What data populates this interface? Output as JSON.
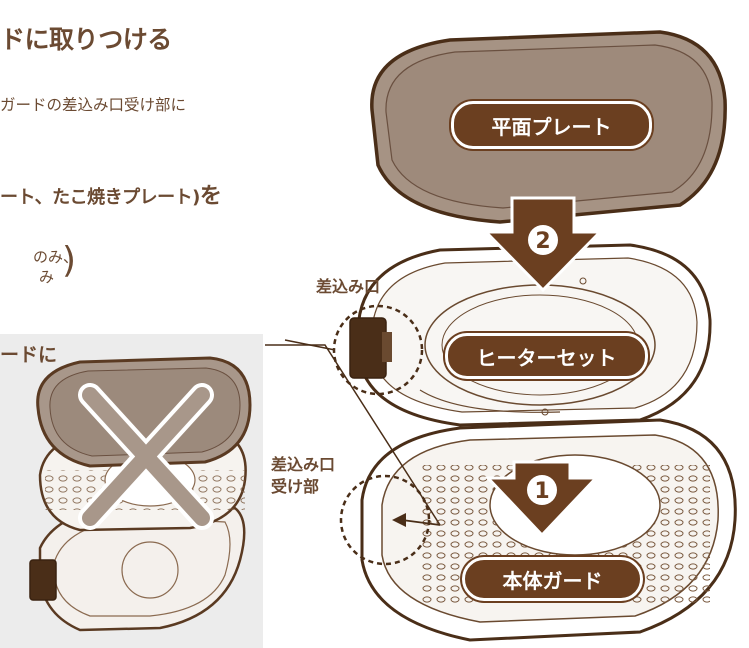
{
  "colors": {
    "accent": "#6b3f20",
    "text": "#6b4a32",
    "panel_bg": "#ececec"
  },
  "heading": "ドに取りつける",
  "line1": "ガードの差込み口受け部に",
  "line2_text": "ート、たこ焼きプレート)",
  "line2_suffix": "を",
  "note_line1": "のみ、",
  "note_line2": "み",
  "note_paren": ")",
  "panel_text": "ードに",
  "labels": {
    "plate": "平面プレート",
    "heater": "ヒーターセット",
    "guard": "本体ガード",
    "inlet": "差込み口",
    "inlet_receiver_l1": "差込み口",
    "inlet_receiver_l2": "受け部"
  },
  "steps": {
    "step1": "1",
    "step2": "2"
  },
  "icons": [
    "cross-mark-icon",
    "down-arrow-icon",
    "connector-plug-icon"
  ]
}
